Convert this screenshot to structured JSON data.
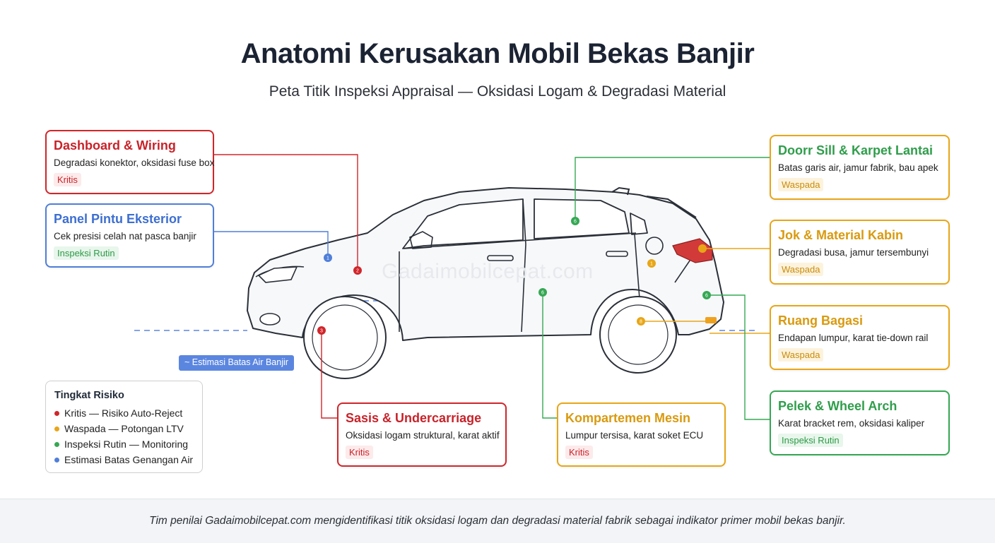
{
  "title": "Anatomi Kerusakan Mobil Bekas Banjir",
  "subtitle": "Peta Titik Inspeksi Appraisal — Oksidasi Logam & Degradasi Material",
  "watermark": "Gadaimobilcepat.com",
  "colors": {
    "red": "#d0262b",
    "orange": "#e8a617",
    "green": "#35a853",
    "blue": "#4f7fd9"
  },
  "cards": {
    "dashboard": {
      "title": "Dashboard & Wiring",
      "desc": "Degradasi konektor, oksidasi fuse box",
      "badge": "Kritis"
    },
    "panel": {
      "title": "Panel Pintu Eksterior",
      "desc": "Cek presisi celah nat pasca banjir",
      "badge": "Inspeksi Rutin"
    },
    "sasis": {
      "title": "Sasis & Undercarriage",
      "desc": "Oksidasi logam struktural, karat aktif",
      "badge": "Kritis"
    },
    "mesin": {
      "title": "Kompartemen Mesin",
      "desc": "Lumpur tersisa, karat soket ECU",
      "badge": "Kritis"
    },
    "doorsill": {
      "title": "Doorr Sill & Karpet Lantai",
      "desc": "Batas garis air, jamur fabrik, bau apek",
      "badge": "Waspada"
    },
    "jok": {
      "title": "Jok & Material Kabin",
      "desc": "Degradasi busa, jamur tersembunyi",
      "badge": "Waspada"
    },
    "bagasi": {
      "title": "Ruang Bagasi",
      "desc": "Endapan lumpur, karat tie-down rail",
      "badge": "Waspada"
    },
    "pelek": {
      "title": "Pelek & Wheel Arch",
      "desc": "Karat bracket rem, oksidasi kaliper",
      "badge": "Inspeksi Rutin"
    }
  },
  "water_label": "~ Estimasi Batas Air Banjir",
  "legend": {
    "title": "Tingkat Risiko",
    "items": [
      {
        "label": "Kritis — Risiko Auto-Reject",
        "color": "#d0262b"
      },
      {
        "label": "Waspada — Potongan LTV",
        "color": "#e8a617"
      },
      {
        "label": "Inspeksi Rutin — Monitoring",
        "color": "#35a853"
      },
      {
        "label": "Estimasi Batas Genangan Air",
        "color": "#4f7fd9"
      }
    ]
  },
  "markers": {
    "m1": "1",
    "m2": "2",
    "m3": "3",
    "m4": "6",
    "m5": "6",
    "m6": "1",
    "m7": "6",
    "m8": "8"
  },
  "footer": "Tim penilai Gadaimobilcepat.com mengidentifikasi titik oksidasi logam dan degradasi material fabrik sebagai indikator primer mobil bekas banjir."
}
